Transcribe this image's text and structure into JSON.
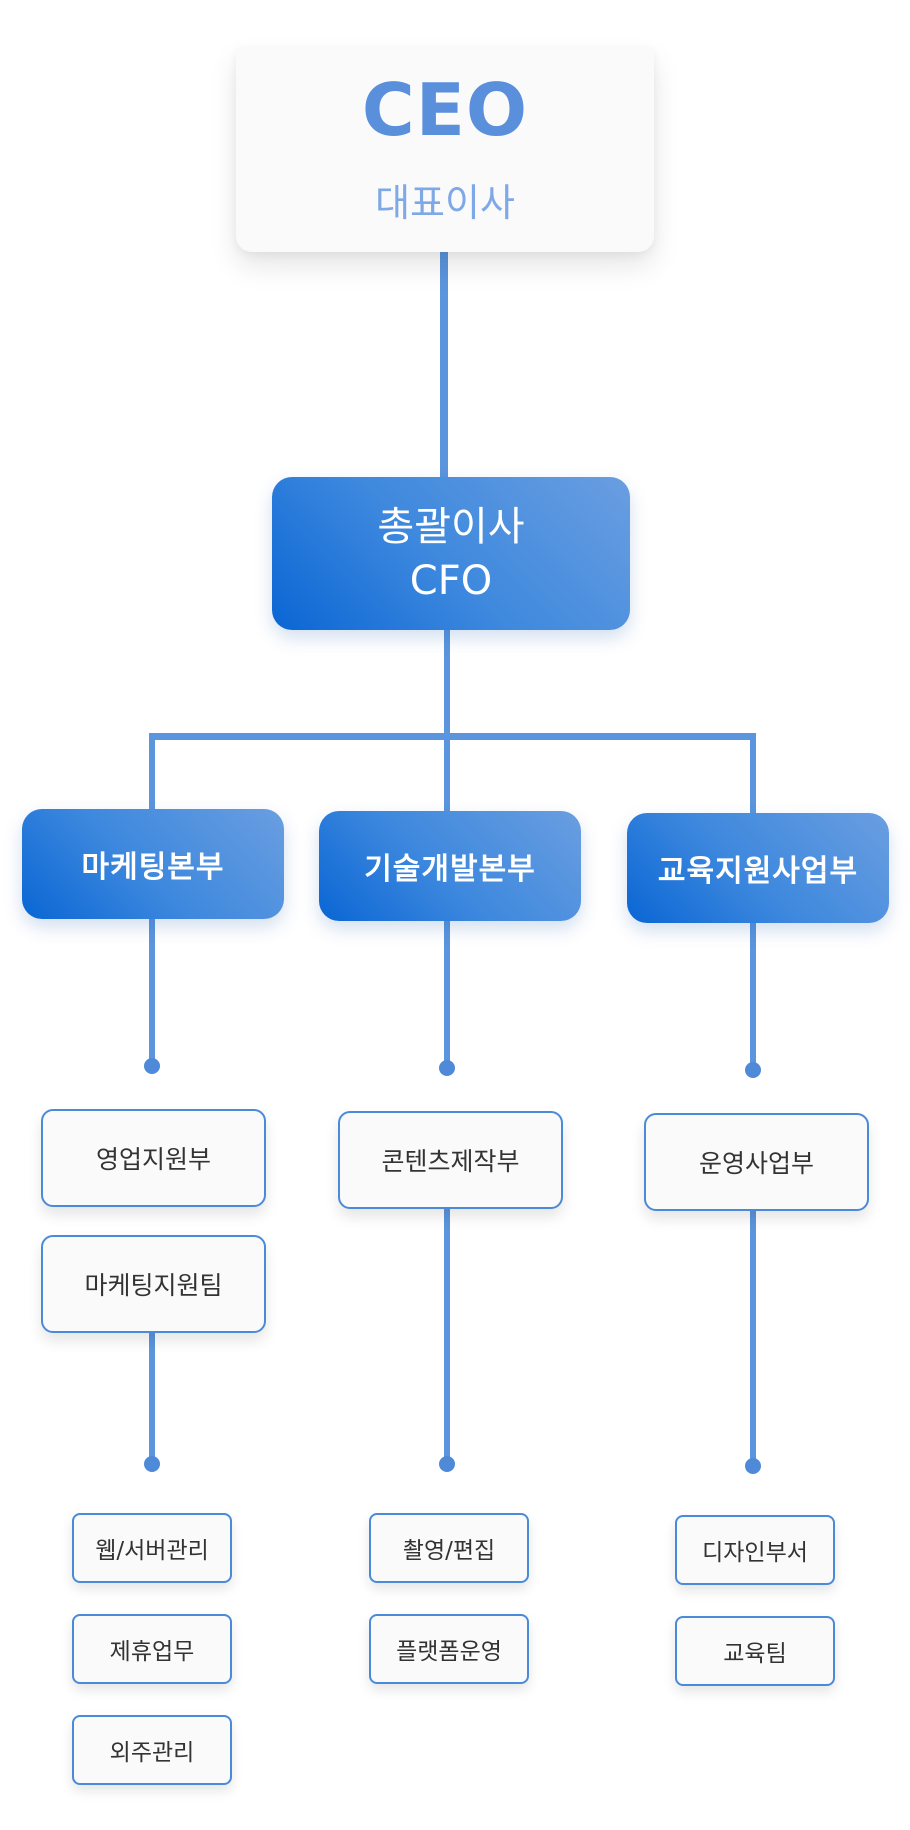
{
  "ceo": {
    "title": "CEO",
    "subtitle": "대표이사"
  },
  "cfo": {
    "line1": "총괄이사",
    "line2": "CFO"
  },
  "divisions": [
    {
      "label": "마케팅본부"
    },
    {
      "label": "기술개발본부"
    },
    {
      "label": "교육지원사업부"
    }
  ],
  "departments": {
    "marketing": [
      "영업지원부",
      "마케팅지원팀"
    ],
    "tech": [
      "콘텐츠제작부"
    ],
    "education": [
      "운영사업부"
    ]
  },
  "teams": {
    "marketing": [
      "웹/서버관리",
      "제휴업무",
      "외주관리"
    ],
    "tech": [
      "촬영/편집",
      "플랫폼운영"
    ],
    "education": [
      "디자인부서",
      "교육팀"
    ]
  },
  "colors": {
    "accent": "#5a8fdc",
    "gradient_start": "#0a66d4",
    "gradient_end": "#6a9ee0",
    "connector": "#5b95dd"
  }
}
